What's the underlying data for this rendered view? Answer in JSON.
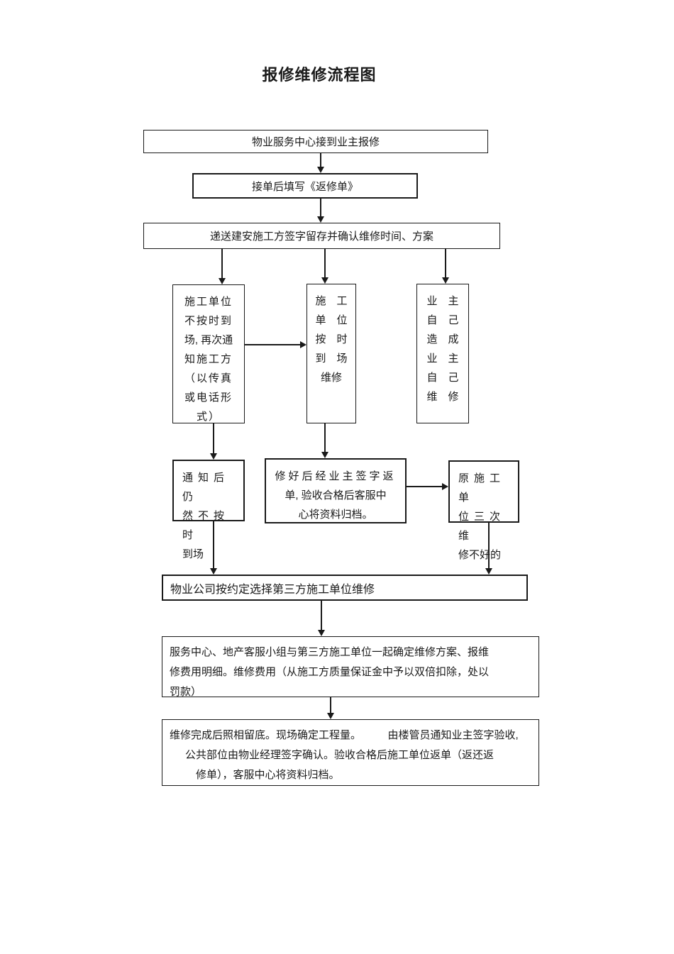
{
  "title": "报修维修流程图",
  "flow": {
    "box1": "物业服务中心接到业主报修",
    "box2": "接单后填写《返修单》",
    "box3": "递送建安施工方签字留存并确认维修时间、方案",
    "left_tall": {
      "lines": [
        "施工单位",
        "不按时到",
        "场, 再次通",
        "知施工方",
        "（以传真",
        "或电话形",
        "式）"
      ]
    },
    "mid_tall": {
      "lines": [
        "施　工",
        "单　位",
        "按　时",
        "到　场",
        "维修"
      ]
    },
    "right_tall": {
      "lines": [
        "业　主",
        "自　己",
        "造　成",
        "业　主",
        "自　己",
        "维　修"
      ]
    },
    "notify_again": {
      "lines": [
        "通知后仍",
        "然不按时",
        "到场"
      ]
    },
    "repaired_sign": {
      "lines": [
        "修好后经业主签字返",
        "单, 验收合格后客服中",
        "心将资料归档。"
      ]
    },
    "orig_failed": {
      "lines": [
        "原施工单",
        "位三次维",
        "修不好的"
      ]
    },
    "third_party": "物业公司按约定选择第三方施工单位维修",
    "confirm_plan": {
      "lines": [
        "服务中心、地产客服小组与第三方施工单位一起确定维修方案、报维",
        "修费用明细。维修费用（从施工方质量保证金中予以双倍扣除，处以",
        "罚款）"
      ]
    },
    "final": {
      "lines": [
        "维修完成后照相留底。现场确定工程量。　　　由楼管员通知业主签字验收,",
        "公共部位由物业经理签字确认。验收合格后施工单位返单（返还返",
        "修单），客服中心将资料归档。"
      ]
    }
  }
}
